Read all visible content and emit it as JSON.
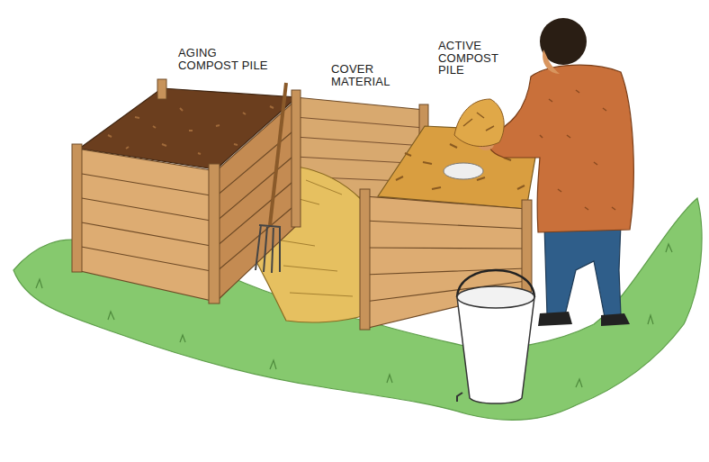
{
  "diagram": {
    "labels": [
      "AGING COMPOST PILE",
      "COVER MATERIAL",
      "ACTIVE COMPOST PILE"
    ]
  }
}
